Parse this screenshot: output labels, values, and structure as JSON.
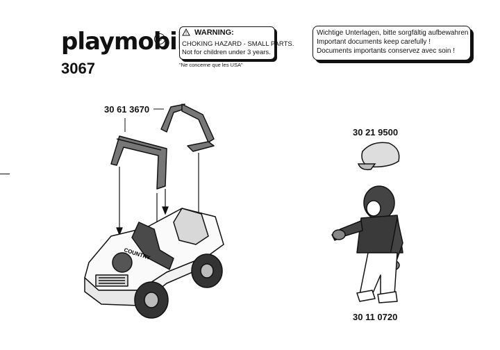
{
  "header": {
    "brand": "playmobil",
    "brand_mark": "®",
    "set_number": "3067"
  },
  "warning": {
    "icon": "warning-triangle-icon",
    "title": "WARNING:",
    "line1": "CHOKING HAZARD - SMALL PARTS.",
    "line2": "Not for children under 3 years.",
    "note": "\"Ne concerne que les USA\""
  },
  "documents_notice": {
    "line1": "Wichtige Unterlagen, bitte sorgfältig aufbewahren !",
    "line2": "Important documents keep carefully !",
    "line3": "Documents importants conservez avec soin !"
  },
  "parts": {
    "rollbar": "30 61 3670",
    "cap": "30 21 9500",
    "figure": "30 11 0720"
  },
  "vehicle": {
    "decal": "COUNTRY"
  }
}
